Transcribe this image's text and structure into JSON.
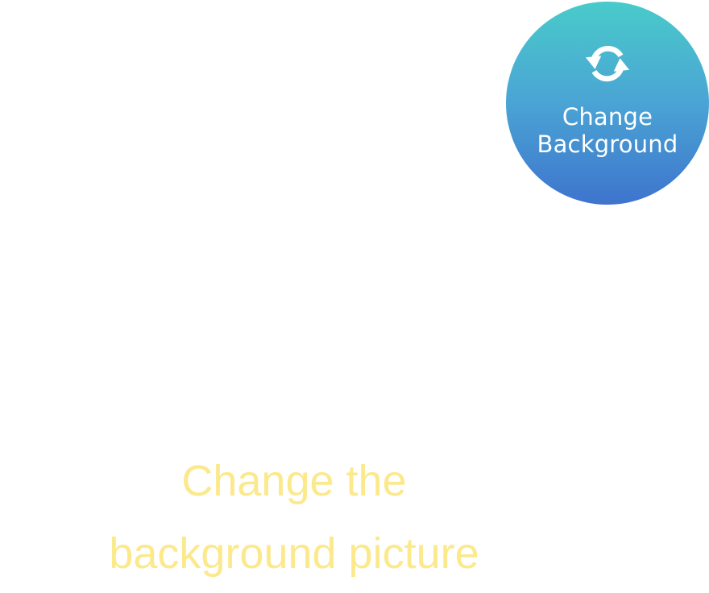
{
  "change_background_button": {
    "label": "Change\nBackground",
    "icon": "refresh-icon",
    "gradient": [
      "#49cbca",
      "#3e74cd"
    ]
  },
  "hint": {
    "line1": "Change the",
    "line2": "background picture",
    "color": "#fbe98c"
  }
}
